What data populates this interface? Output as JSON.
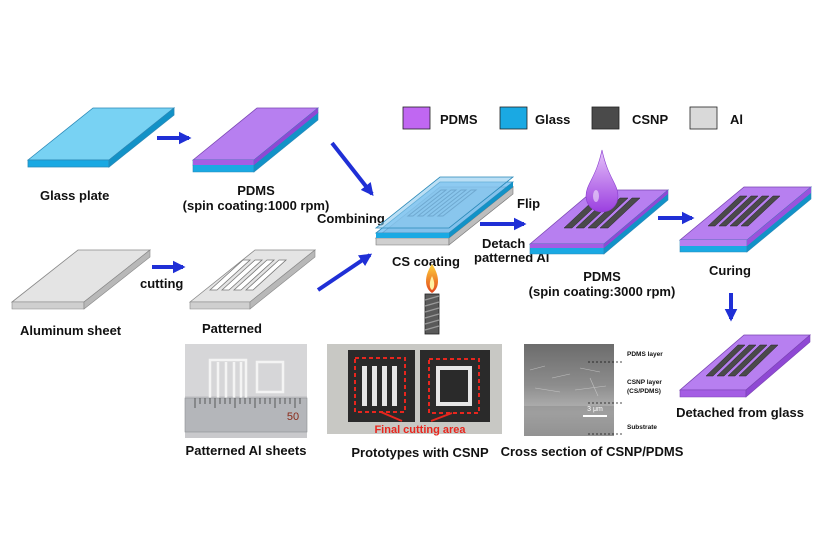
{
  "legend": {
    "items": [
      {
        "label": "PDMS",
        "color": "#c067f2"
      },
      {
        "label": "Glass",
        "color": "#1aa9e3"
      },
      {
        "label": "CSNP",
        "color": "#4a4a4a"
      },
      {
        "label": "Al",
        "color": "#d9d9d9"
      }
    ]
  },
  "labels": {
    "glass_plate": "Glass plate",
    "pdms_1": "PDMS",
    "spin_1": "(spin coating:1000 rpm)",
    "combining": "Combining",
    "cs_coating": "CS coating",
    "flip": "Flip",
    "detach_1": "Detach",
    "detach_2": "patterned Al",
    "pdms_2": "PDMS",
    "spin_2": "(spin coating:3000 rpm)",
    "curing": "Curing",
    "aluminum_sheet": "Aluminum sheet",
    "cutting": "cutting",
    "patterned": "Patterned",
    "detached": "Detached from glass"
  },
  "photos": {
    "al_caption": "Patterned Al sheets",
    "ruler_number": "50",
    "proto_caption": "Prototypes with CSNP",
    "final_cutting": "Final cutting area",
    "sem_caption": "Cross section of CSNP/PDMS",
    "sem_pdms_layer": "PDMS layer",
    "sem_csnp_layer_1": "CSNP layer",
    "sem_csnp_layer_2": "(CS/PDMS)",
    "sem_substrate": "Substrate",
    "sem_scale": "3 μm"
  },
  "colors": {
    "arrow": "#1f2fd6",
    "pdms": "#c067f2",
    "glass": "#1aa9e3",
    "csnp": "#4a4a4a",
    "al": "#d9d9d9",
    "cut_box": "#e8261e"
  }
}
